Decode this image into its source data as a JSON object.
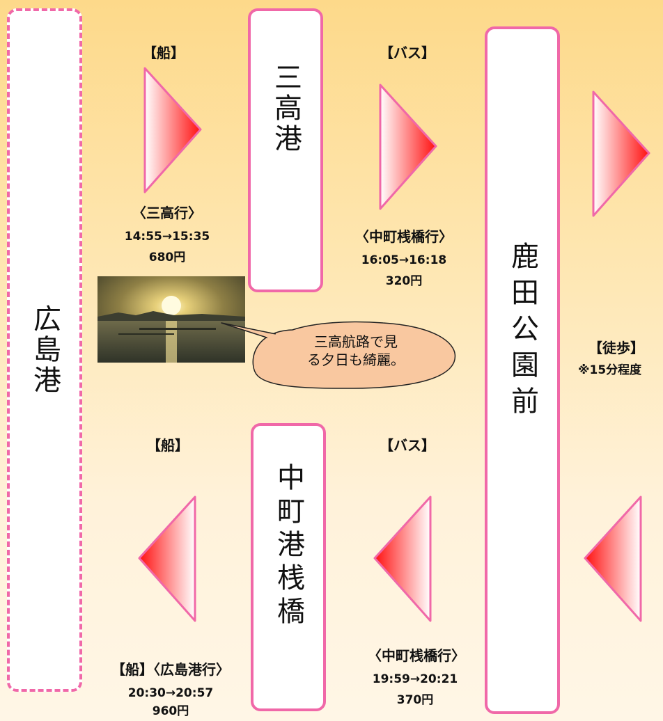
{
  "stations": {
    "hiroshima": "広島港",
    "mitaka": "三高港",
    "kanoda": "鹿田公園前",
    "nakamachi": "中町港桟橋"
  },
  "outbound": {
    "ferry": {
      "mode": "【船】",
      "destination": "〈三高行〉",
      "time": "14:55→15:35",
      "fare": "680円"
    },
    "bus": {
      "mode": "【バス】",
      "destination": "〈中町桟橋行〉",
      "time": "16:05→16:18",
      "fare": "320円"
    }
  },
  "walk": {
    "mode": "【徒歩】",
    "note": "※15分程度"
  },
  "return": {
    "bus": {
      "mode": "【バス】",
      "destination": "〈中町桟橋行〉",
      "time": "19:59→20:21",
      "fare": "370円"
    },
    "ferry": {
      "mode": "【船】",
      "mode_dest": "【船】〈広島港行〉",
      "time": "20:30→20:57",
      "fare": "960円"
    }
  },
  "callout": {
    "line1": "三高航路で見",
    "line2": "る夕日も綺麗。"
  },
  "colors": {
    "border": "#f068a8",
    "arrow_light": "#ffffff",
    "arrow_dark": "#ff0000"
  }
}
